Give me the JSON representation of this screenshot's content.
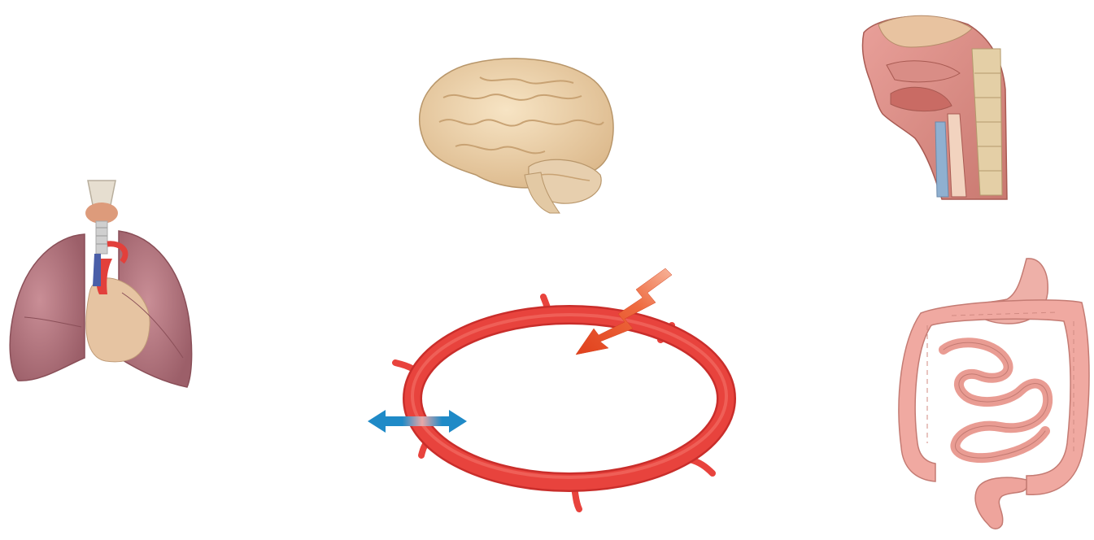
{
  "diagram": {
    "illustrations": [
      {
        "id": "lungs",
        "icon": "lungs-heart-icon"
      },
      {
        "id": "brain",
        "icon": "brain-icon"
      },
      {
        "id": "head-section",
        "icon": "head-sagittal-section-icon"
      },
      {
        "id": "digestive",
        "icon": "digestive-tract-icon"
      },
      {
        "id": "vessel-loop",
        "icon": "blood-vessel-loop-icon"
      },
      {
        "id": "input-arrow",
        "icon": "zigzag-arrow-icon"
      },
      {
        "id": "exchange-arrow",
        "icon": "double-headed-arrow-icon"
      }
    ],
    "colors": {
      "vessel": "#e8433d",
      "vessel_dark": "#c92e2b",
      "lung": "#b57880",
      "brain": "#efd3a8",
      "intestine": "#f0a9a1",
      "arrow_orange": "#e84a24",
      "arrow_blue": "#1f8ac7"
    }
  }
}
